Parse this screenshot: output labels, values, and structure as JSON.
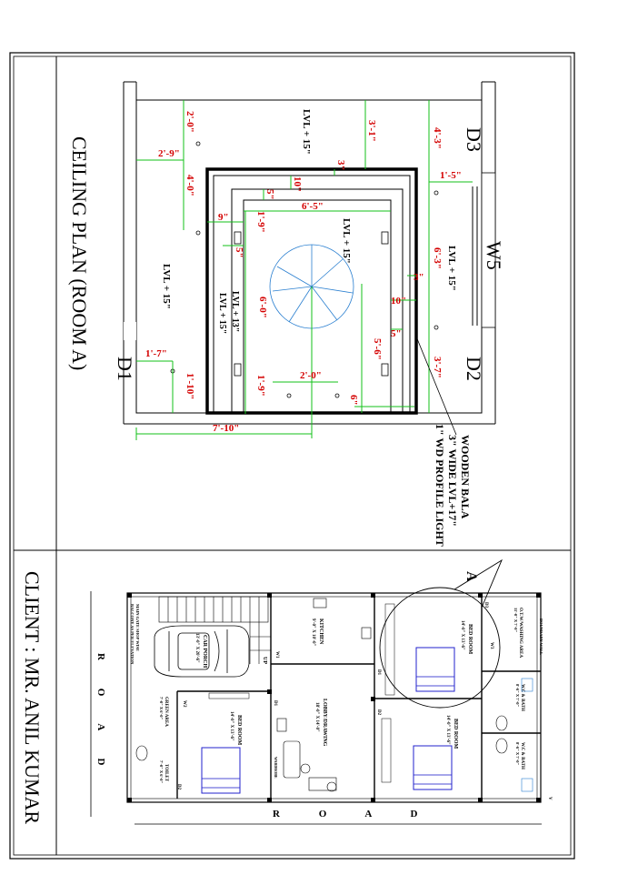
{
  "ceiling_title": "CEILING PLAN (ROOM  A)",
  "client": "CLIENT : MR. ANIL KUMAR",
  "doors": {
    "d1": "D1",
    "d2": "D2",
    "d3": "D3",
    "w5": "W5"
  },
  "levels": {
    "lvl15": "LVL + 15\"",
    "lvl13": "LVL + 13\""
  },
  "dimensions": {
    "d_2_0a": "2'-0\"",
    "d_2_9": "2'-9\"",
    "d_4_0": "4'-0\"",
    "d_3_1": "3'-1\"",
    "d_3in": "3\"",
    "d_10a": "10\"",
    "d_5a": "5\"",
    "d_6_5": "6'-5\"",
    "d_9": "9\"",
    "d_1_9a": "1'-9\"",
    "d_5b": "5\"",
    "d_6_0": "6'-0\"",
    "d_1_9b": "1'-9\"",
    "d_2_0b": "2'-0\"",
    "d_6in": "6\"",
    "d_5_6": "5'-6\"",
    "d_10b": "10\"",
    "d_5c": "5\"",
    "d_3b": "3\"",
    "d_6_3": "6'-3\"",
    "d_4_3": "4'-3\"",
    "d_1_5": "1'-5\"",
    "d_3_7": "3'-7\"",
    "d_1_7": "1'-7\"",
    "d_1_10": "1'-10\"",
    "d_7_10": "7'-10\""
  },
  "note": {
    "line1": "WOODEN BALA",
    "line2": "3\" WIDE LVL+17\"",
    "line3": "1\" WD PROFILE LIGHT"
  },
  "plan": {
    "marker": "A",
    "road": "R O A D",
    "bed_room": "BED ROOM",
    "bed_size": "14'-0\" X 13'-6\"",
    "kitchen": "KITCHEN",
    "kitchen_size": "9'-0\" X 10'-0\"",
    "lobby": "LOBBY/DRAWING",
    "lobby_size": "18'-0\" X 14'-0\"",
    "car_porch": "CAR PORCH",
    "car_porch_size": "13'-0\" X 20'-6\"",
    "green_area": "GREEN AREA",
    "green_size": "7'-0\" X 6'-0\"",
    "toilet": "TOILET",
    "toilet_size": "7'-0\" X 6'-0\"",
    "wc_bath": "W.C & BATH",
    "wc_size": "8'-6\" X 7'-0\"",
    "otw": "O.T.W/WASHING AREA",
    "otw_size": "11'-0\" X 7'-0\"",
    "boundary": "BOUNDARY WALL",
    "main_gate": "MAIN GATE SHOP WISE",
    "main_gate2": "BALCONY AS PER ELEVATION",
    "wardrobe": "WARDROBE",
    "up": "UP",
    "w1": "W1",
    "w2": "W2",
    "w3": "W3",
    "d1": "D1",
    "d2": "D2",
    "d3": "D3",
    "v": "V"
  }
}
